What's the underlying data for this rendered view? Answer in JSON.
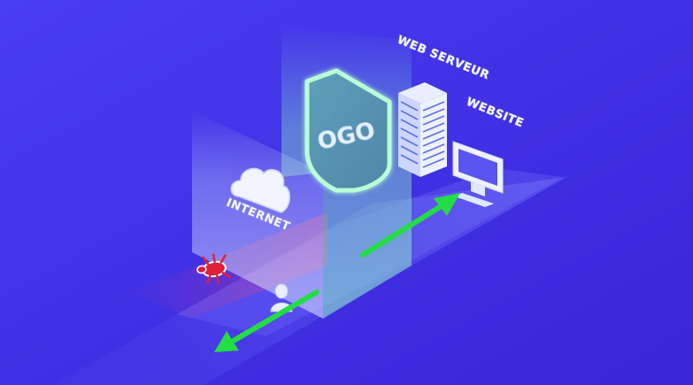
{
  "labels": {
    "web_server": "WEB SERVEUR",
    "website": "WEBSITE",
    "internet": "INTERNET",
    "shield": "OGO"
  },
  "icons": {
    "cloud": "cloud-icon",
    "server": "server-icon",
    "monitor": "monitor-icon",
    "shield": "shield-icon",
    "bug": "bug-icon",
    "user": "user-icon",
    "arrow_to_website": "arrow-up-right-icon",
    "arrow_to_user": "arrow-down-left-icon"
  },
  "colors": {
    "background": "#3f30e0",
    "arrow": "#22dd44",
    "bug": "#e0203a",
    "shield_glow": "#9ff5c8",
    "panel": "#8fd8e0"
  }
}
